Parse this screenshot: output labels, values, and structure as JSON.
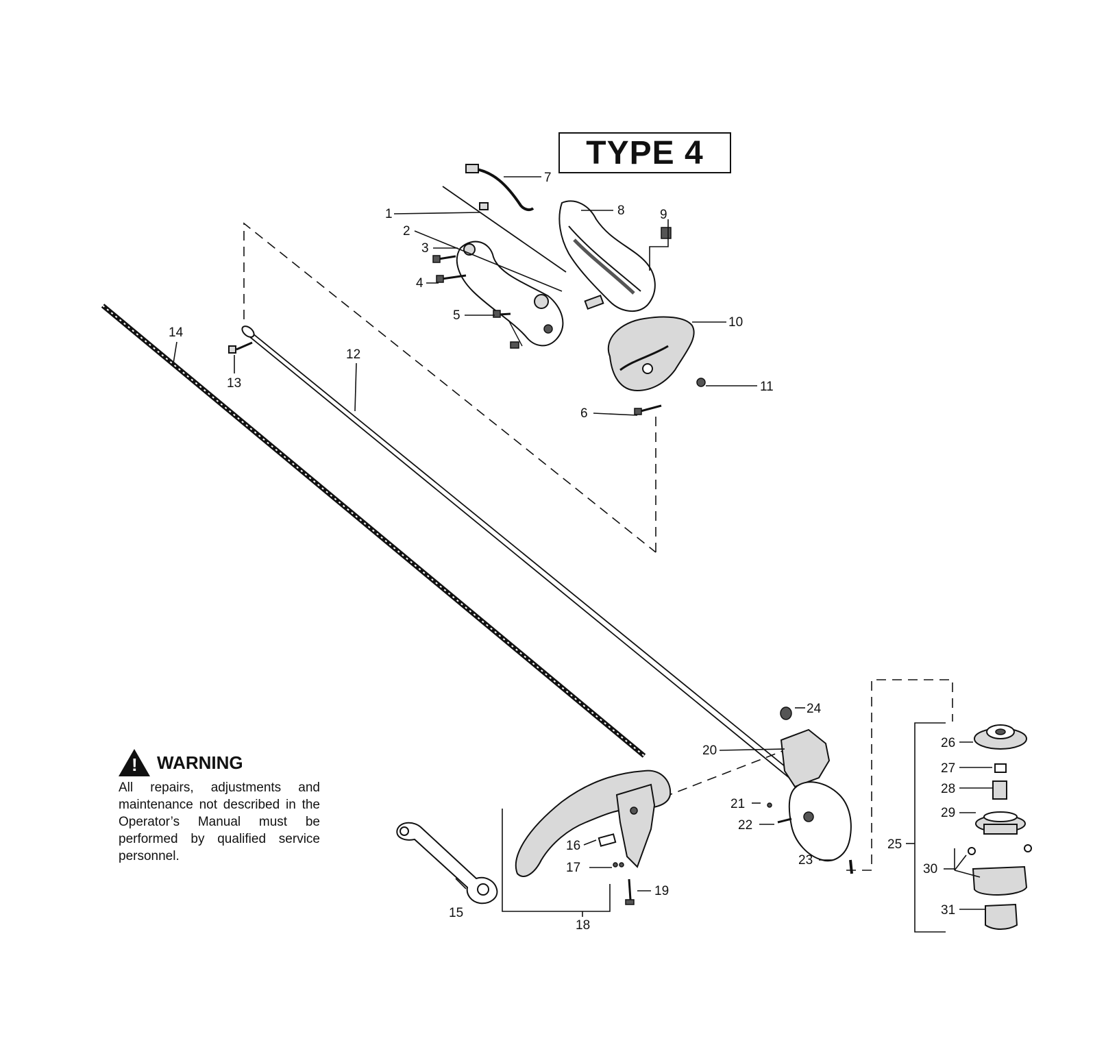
{
  "title": "TYPE 4",
  "warning": {
    "icon": "warning-triangle-icon",
    "heading": "WARNING",
    "body": "All repairs, adjustments and maintenance not described in the Operator’s Manual must be performed by qualified  service personnel."
  },
  "callouts": [
    "1",
    "2",
    "3",
    "4",
    "5",
    "6",
    "7",
    "8",
    "9",
    "10",
    "11",
    "12",
    "13",
    "14",
    "15",
    "16",
    "17",
    "18",
    "19",
    "20",
    "21",
    "22",
    "23",
    "24",
    "25",
    "26",
    "27",
    "28",
    "29",
    "30",
    "31"
  ]
}
